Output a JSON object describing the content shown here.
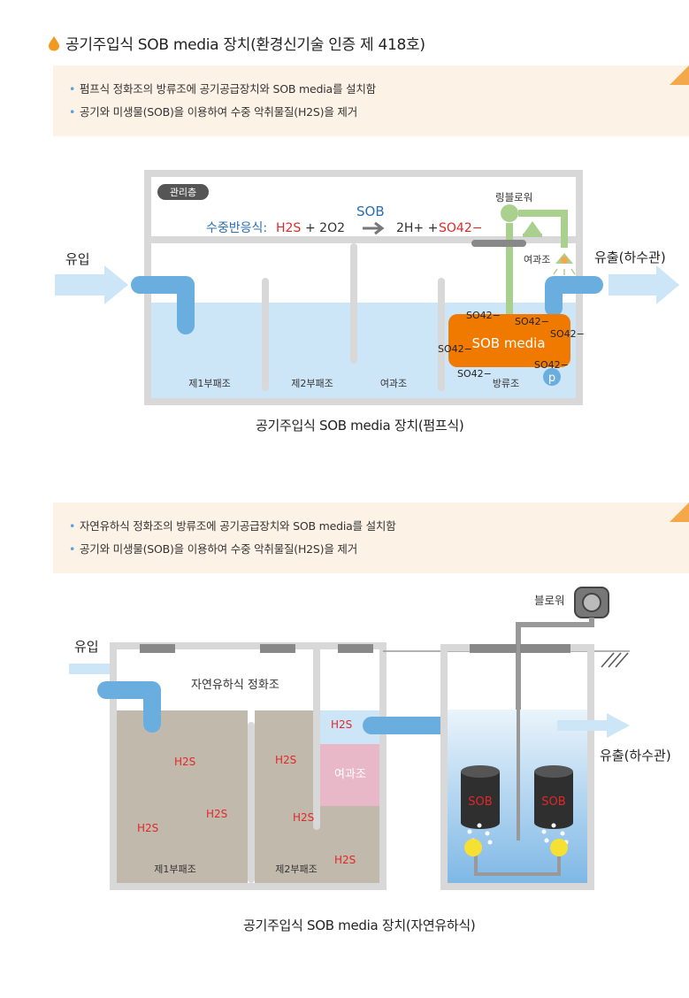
{
  "title": "공기주입식 SOB media 장치(환경신기술 인증 제 418호)",
  "pump": {
    "bullets": [
      "펌프식 정화조의 방류조에 공기공급장치와 SOB media를 설치함",
      "공기와 미생물(SOB)을 이용하여 수중 악취물질(H2S)을 제거"
    ],
    "mgmt": "관리층",
    "reaction_label": "수중반응식:",
    "h2s": "H2S",
    "plus_o2": "+ 2O2",
    "sob": "SOB",
    "product_h": "2H+ +",
    "product_so4": "SO42−",
    "ring_blower": "링블로워",
    "filter_label": "여과조",
    "inflow": "유입",
    "outflow": "유출(하수관)",
    "media": "SOB media",
    "so4": "SO42−",
    "pump_p": "p",
    "tanks": [
      "제1부패조",
      "제2부패조",
      "여과조",
      "방류조"
    ],
    "caption": "공기주입식 SOB media 장치(펌프식)"
  },
  "natural": {
    "bullets": [
      "자연유하식 정화조의 방류조에 공기공급장치와 SOB media를 설치함",
      "공기와 미생물(SOB)을 이용하여 수중 악취물질(H2S)을 제거"
    ],
    "blower": "블로워",
    "inflow": "유입",
    "outflow": "유출(하수관)",
    "tank_name": "자연유하식 정화조",
    "h2s": "H2S",
    "filter": "여과조",
    "sob": "SOB",
    "tanks": [
      "제1부패조",
      "제2부패조"
    ],
    "caption": "공기주입식 SOB media 장치(자연유하식)"
  },
  "colors": {
    "orange": "#f07a00",
    "blue_pipe": "#6aaee0",
    "water": "#cde6f7",
    "wall": "#d8d8d8",
    "red": "#e02828",
    "sludge": "#c2b9ad",
    "pink": "#e8b7c8",
    "green": "#a9d08e"
  }
}
